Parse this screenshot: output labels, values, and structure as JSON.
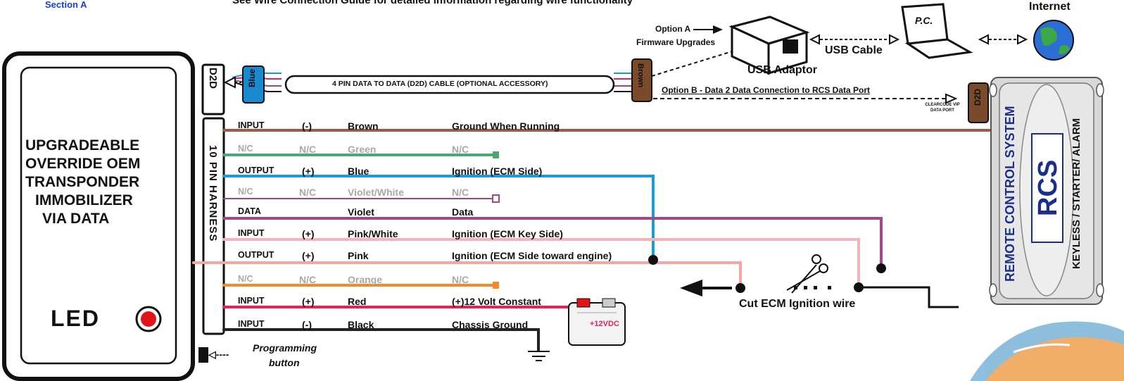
{
  "section_label": "Section A",
  "guide_note": "See Wire Connection Guide for detailed information regarding wire functionality",
  "internet_label": "Internet",
  "pc_label": "P.C.",
  "option_a": "Option A",
  "firmware_upgrades": "Firmware Upgrades",
  "usb_cable": "USB Cable",
  "usb_adaptor": "USB Adaptor",
  "option_b": "Option B - Data 2 Data Connection to RCS Data Port",
  "clearcode_line1": "CLEARCODE VIP",
  "clearcode_line2": "DATA PORT",
  "d2d_left": "D2D",
  "d2d_right": "D2D",
  "blue_connector": "Blue",
  "brown_connector": "Brown",
  "d2d_cable": "4 PIN DATA TO DATA (D2D) CABLE (OPTIONAL ACCESSORY)",
  "harness_label": "10 PIN HARNESS",
  "module_title": [
    "UPGRADEABLE",
    "OVERRIDE OEM",
    "TRANSPONDER",
    "IMMOBILIZER",
    "VIA DATA"
  ],
  "led_label": "LED",
  "programming_button": [
    "Programming",
    "button"
  ],
  "battery_label": "+12VDC",
  "cut_label": "Cut ECM Ignition wire",
  "rcs": {
    "brand_line": "REMOTE CONTROL SYSTEM",
    "logo": "RCS",
    "features": "KEYLESS / STARTER/ ALARM"
  },
  "wires": [
    {
      "type": "INPUT",
      "polarity": "(-)",
      "color_name": "Brown",
      "function": "Ground When Running",
      "wire_color": "#a0584a",
      "state": "active"
    },
    {
      "type": "N/C",
      "polarity": "N/C",
      "color_name": "Green",
      "function": "N/C",
      "wire_color": "#4aa872",
      "state": "nc"
    },
    {
      "type": "OUTPUT",
      "polarity": "(+)",
      "color_name": "Blue",
      "function": "Ignition (ECM Side)",
      "wire_color": "#1a9ad6",
      "state": "active"
    },
    {
      "type": "N/C",
      "polarity": "N/C",
      "color_name": "Violet/White",
      "function": "N/C",
      "wire_color": "#a0488e",
      "state": "nc"
    },
    {
      "type": "DATA",
      "polarity": "",
      "color_name": "Violet",
      "function": "Data",
      "wire_color": "#a0488e",
      "state": "active"
    },
    {
      "type": "INPUT",
      "polarity": "(+)",
      "color_name": "Pink/White",
      "function": "Ignition (ECM Key Side)",
      "wire_color": "#f2b5b5",
      "state": "active"
    },
    {
      "type": "OUTPUT",
      "polarity": "(+)",
      "color_name": "Pink",
      "function": "Ignition (ECM Side toward engine)",
      "wire_color": "#f2a5a5",
      "state": "active"
    },
    {
      "type": "N/C",
      "polarity": "N/C",
      "color_name": "Orange",
      "function": "N/C",
      "wire_color": "#f08a2a",
      "state": "nc"
    },
    {
      "type": "INPUT",
      "polarity": "(+)",
      "color_name": "Red",
      "function": "(+)12 Volt Constant",
      "wire_color": "#e0245a",
      "state": "active"
    },
    {
      "type": "INPUT",
      "polarity": "(-)",
      "color_name": "Black",
      "function": "Chassis Ground",
      "wire_color": "#222222",
      "state": "active"
    }
  ]
}
